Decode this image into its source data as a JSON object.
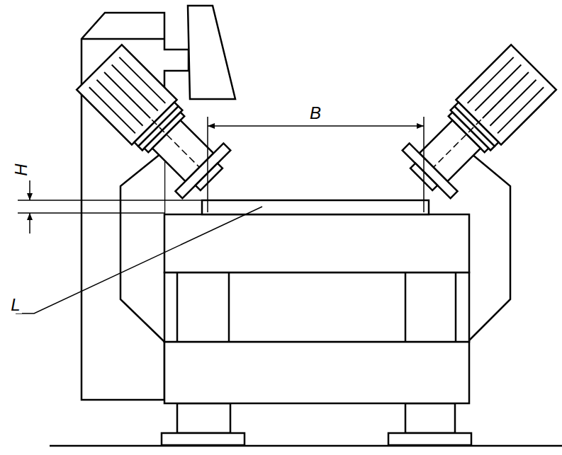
{
  "diagram": {
    "labels": [
      "B",
      "H",
      "L"
    ]
  }
}
